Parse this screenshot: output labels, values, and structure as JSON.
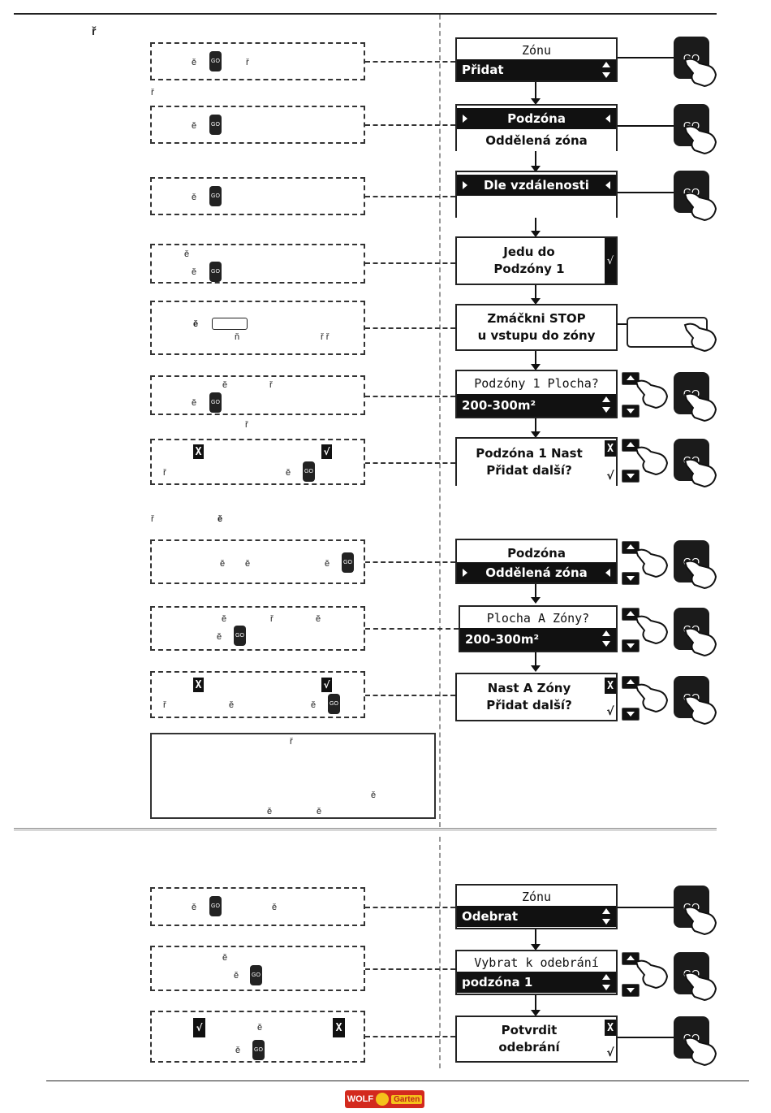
{
  "header": {
    "char": "ř"
  },
  "left_boxes": {
    "b1": {
      "c1": "ě",
      "go": "GO",
      "c2": "ř",
      "below": "ř"
    },
    "b2": {
      "c1": "ě",
      "go": "GO"
    },
    "b3": {
      "c1": "ě",
      "go": "GO"
    },
    "b4": {
      "c1": "ě",
      "c2": "ě",
      "go": "GO"
    },
    "b5": {
      "c1": "ě",
      "c2": "ň",
      "c3": "ř ř"
    },
    "b6": {
      "c1": "ě",
      "c2": "ř",
      "c3": "ě",
      "go": "GO",
      "below": "ř"
    },
    "b7": {
      "x": "X",
      "ck": "√",
      "c1": "ř",
      "c2": "ě",
      "go": "GO"
    },
    "sec": {
      "c1": "ř",
      "c2": "ě"
    },
    "b8": {
      "c1": "ě",
      "c2": "ě",
      "c3": "ě",
      "go": "GO"
    },
    "b9": {
      "c1": "ě",
      "c2": "ř",
      "c3": "ě",
      "c4": "ě",
      "go": "GO"
    },
    "b10": {
      "x": "X",
      "ck": "√",
      "c1": "ř",
      "c2": "ě",
      "c3": "ě",
      "go": "GO"
    },
    "note": {
      "c1": "ř",
      "c2": "ě",
      "c3": "ě",
      "c4": "ě"
    },
    "b11": {
      "c1": "ě",
      "go": "GO",
      "c2": "ě"
    },
    "b12": {
      "c1": "ě",
      "c2": "ě",
      "go": "GO"
    },
    "b13": {
      "ck": "√",
      "x": "X",
      "c1": "ě",
      "c2": "ě",
      "go": "GO"
    }
  },
  "screens": {
    "s1": {
      "title": "Zónu",
      "sel": "Přidat"
    },
    "s2": {
      "sel": "Podzóna",
      "row2": "Oddělená zóna"
    },
    "s3": {
      "sel": "Dle vzdálenosti"
    },
    "s4": {
      "l1": "Jedu do",
      "l2": "Podzóny 1",
      "ck": "√"
    },
    "s5": {
      "l1": "Zmáčkni STOP",
      "l2": "u vstupu do zóny"
    },
    "s6": {
      "title": "Podzóny 1 Plocha?",
      "sel": "200-300m²"
    },
    "s7": {
      "l1": "Podzóna 1 Nast",
      "l2": "Přidat další?",
      "x": "X",
      "ck": "√"
    },
    "s8": {
      "row1": "Podzóna",
      "sel": "Oddělená zóna"
    },
    "s9": {
      "title": "Plocha A Zóny?",
      "sel": "200-300m²"
    },
    "s10": {
      "l1": "Nast A Zóny",
      "l2": "Přidat další?",
      "x": "X",
      "ck": "√"
    },
    "s11": {
      "title": "Zónu",
      "sel": "Odebrat"
    },
    "s12": {
      "title": "Vybrat k odebrání",
      "sel": "podzóna 1"
    },
    "s13": {
      "l1": "Potvrdit",
      "l2": "odebrání",
      "x": "X",
      "ck": "√"
    }
  },
  "go_label": "GO",
  "logo": {
    "wolf": "WOLF",
    "garten": "Garten"
  }
}
